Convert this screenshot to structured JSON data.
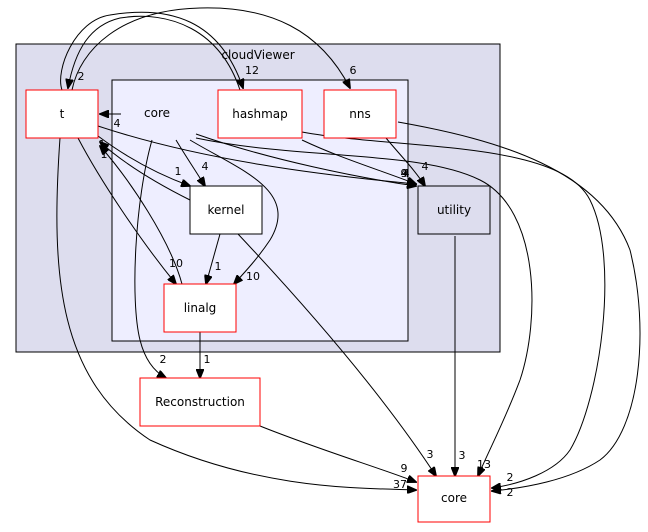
{
  "colors": {
    "outer_cluster_fill": "#ddddee",
    "inner_cluster_fill": "#eeeeff",
    "cluster_border": "#000000",
    "node_border_red": "#ff0000",
    "node_border_black": "#000000",
    "node_fill_white": "#ffffff",
    "node_fill_utility": "#ddddee",
    "edge": "#000000"
  },
  "diagram": {
    "clusters": {
      "outer": {
        "label": "cloudViewer"
      },
      "inner": {
        "label": "core"
      }
    },
    "nodes": {
      "t": {
        "label": "t"
      },
      "hashmap": {
        "label": "hashmap"
      },
      "nns": {
        "label": "nns"
      },
      "kernel": {
        "label": "kernel"
      },
      "utility": {
        "label": "utility"
      },
      "linalg": {
        "label": "linalg"
      },
      "reconstruction": {
        "label": "Reconstruction"
      },
      "core_ext": {
        "label": "core"
      }
    },
    "edges": [
      {
        "from": "t",
        "to": "hashmap",
        "label": "12"
      },
      {
        "from": "t",
        "to": "nns",
        "label": "6"
      },
      {
        "from": "core",
        "to": "t",
        "label": "4"
      },
      {
        "from": "hashmap",
        "to": "t",
        "label": "2"
      },
      {
        "from": "t",
        "to": "utility",
        "label": "4"
      },
      {
        "from": "kernel",
        "to": "t",
        "label": "1"
      },
      {
        "from": "linalg",
        "to": "t",
        "label": "1"
      },
      {
        "from": "t",
        "to": "kernel",
        "label": "1"
      },
      {
        "from": "t",
        "to": "linalg",
        "label": "10"
      },
      {
        "from": "t",
        "to": "core_ext",
        "label": "37"
      },
      {
        "from": "core",
        "to": "kernel",
        "label": "4"
      },
      {
        "from": "core",
        "to": "linalg",
        "label": "10"
      },
      {
        "from": "core",
        "to": "utility",
        "label": "9"
      },
      {
        "from": "core",
        "to": "reconstruction",
        "label": "2"
      },
      {
        "from": "core",
        "to": "core_ext",
        "label": "13"
      },
      {
        "from": "hashmap",
        "to": "utility",
        "label": "4"
      },
      {
        "from": "hashmap",
        "to": "core_ext",
        "label": "2"
      },
      {
        "from": "nns",
        "to": "utility",
        "label": "4"
      },
      {
        "from": "nns",
        "to": "core_ext",
        "label": "2"
      },
      {
        "from": "kernel",
        "to": "linalg",
        "label": "1"
      },
      {
        "from": "kernel",
        "to": "core_ext",
        "label": "3"
      },
      {
        "from": "linalg",
        "to": "reconstruction",
        "label": "1"
      },
      {
        "from": "utility",
        "to": "core_ext",
        "label": "3"
      },
      {
        "from": "reconstruction",
        "to": "core_ext",
        "label": "9"
      }
    ]
  }
}
